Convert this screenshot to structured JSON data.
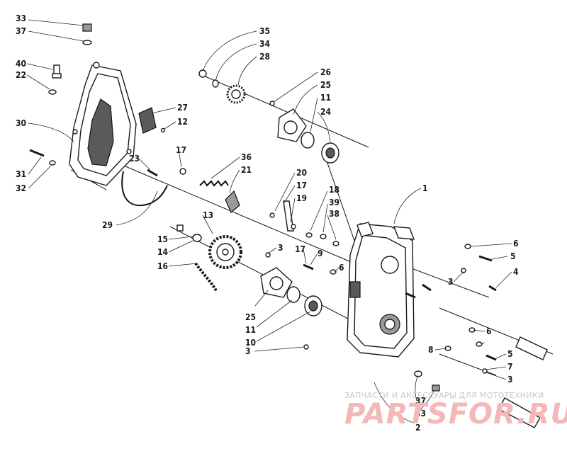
{
  "labels": {
    "l33a": "33",
    "l37a": "37",
    "l40": "40",
    "l22": "22",
    "l30": "30",
    "l31": "31",
    "l32": "32",
    "l35": "35",
    "l34": "34",
    "l28": "28",
    "l27": "27",
    "l12": "12",
    "l23": "23",
    "l17a": "17",
    "l36": "36",
    "l21": "21",
    "l29": "29",
    "l26": "26",
    "l25a": "25",
    "l11a": "11",
    "l24": "24",
    "l20": "20",
    "l17b": "17",
    "l19": "19",
    "l18": "18",
    "l39": "39",
    "l38": "38",
    "l1": "1",
    "l13": "13",
    "l15": "15",
    "l14": "14",
    "l16": "16",
    "l3a": "3",
    "l17c": "17",
    "l9": "9",
    "l6a": "6",
    "l5a": "5",
    "l4": "4",
    "l3b": "3",
    "l6b": "6",
    "l6c": "6",
    "l25b": "25",
    "l11b": "11",
    "l10": "10",
    "l8": "8",
    "l5b": "5",
    "l7": "7",
    "l3c": "3",
    "l3d": "3",
    "l37b": "37",
    "l33b": "33",
    "l2": "2"
  },
  "watermark": {
    "tagline": "ЗАПЧАСТИ И АКСЕССУАРЫ ДЛЯ МОТОТЕХНИКИ",
    "logo": "PARTSFOR.RU"
  }
}
